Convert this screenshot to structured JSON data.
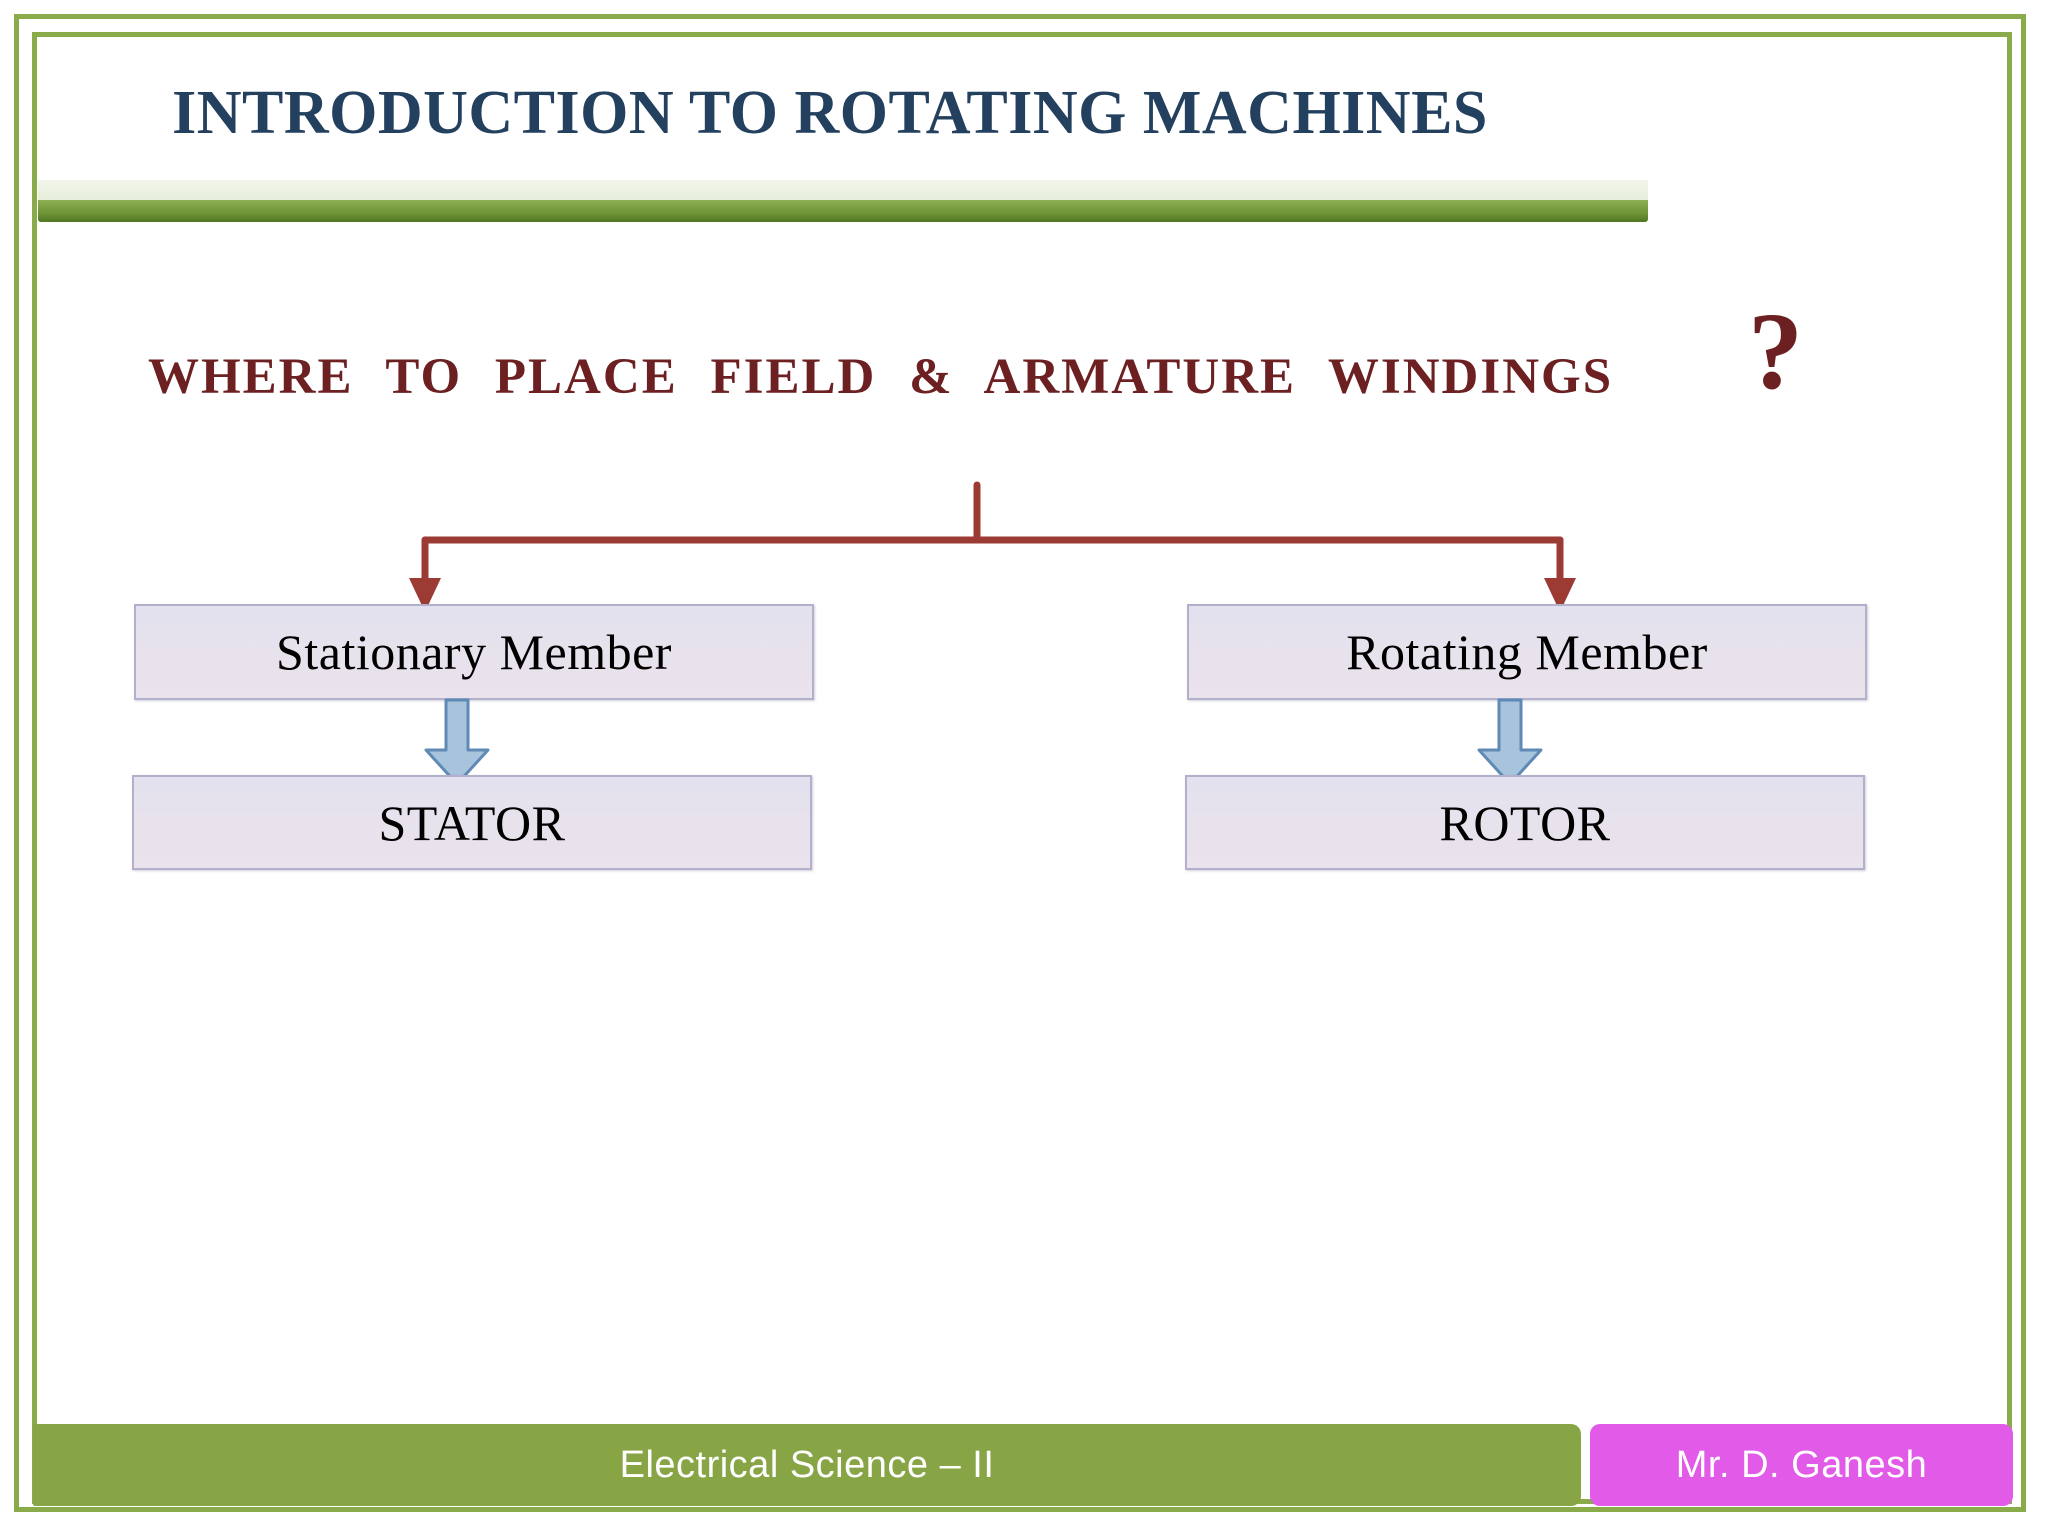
{
  "slide": {
    "title": "INTRODUCTION TO ROTATING MACHINES",
    "subtitle": "WHERE TO PLACE FIELD & ARMATURE WINDINGS",
    "question_mark": "?",
    "accent_colors": {
      "frame_green": "#8aab4a",
      "title_navy": "#23405f",
      "subtitle_maroon": "#6d2022",
      "connector_red": "#9c3a34",
      "box_fill": "#e7e2ee",
      "box_border": "#b3b0cc",
      "arrow_blue_fill": "#a8c4dd",
      "arrow_blue_stroke": "#5f8ab5",
      "footer_green": "#88a546",
      "badge_magenta": "#e15ae8"
    }
  },
  "diagram": {
    "branches": [
      {
        "member_label": "Stationary Member",
        "component_label": "STATOR"
      },
      {
        "member_label": "Rotating Member",
        "component_label": "ROTOR"
      }
    ]
  },
  "footer": {
    "course": "Electrical Science – II",
    "presenter": "Mr. D. Ganesh"
  }
}
